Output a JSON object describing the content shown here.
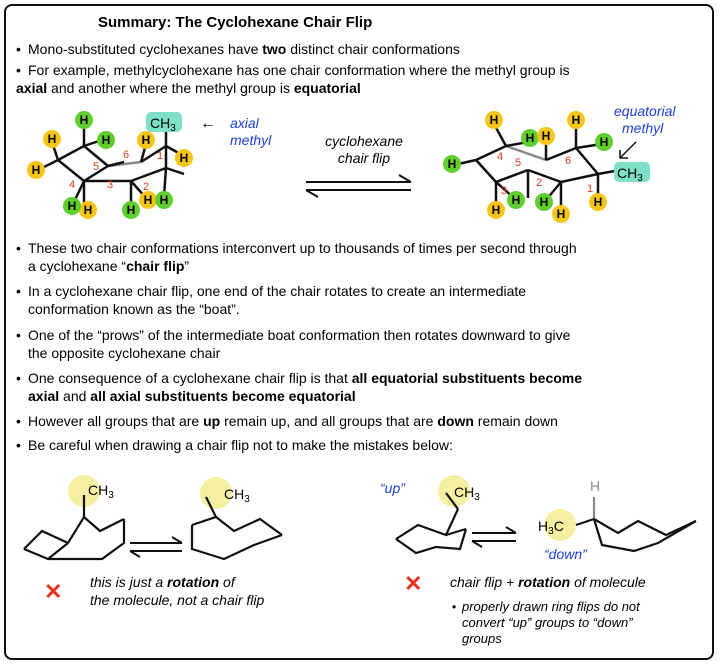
{
  "title": "Summary: The Cyclohexane Chair Flip",
  "bullets": {
    "b1": {
      "pre": "Mono-substituted cyclohexanes have ",
      "bold": "two",
      "post": " distinct chair conformations"
    },
    "b2": {
      "line1": "For example, methylcyclohexane has one chair conformation where the methyl group is",
      "bold1": "axial",
      "mid": " and another where the methyl group is ",
      "bold2": "equatorial"
    },
    "b3": {
      "line1": "These two chair conformations interconvert up to thousands of times per second through",
      "pre2": "a cyclohexane “",
      "bold": "chair flip",
      "post2": "”"
    },
    "b4": {
      "line1": "In a cyclohexane chair flip, one end of the chair rotates to create an intermediate",
      "line2": "conformation known as the “boat”."
    },
    "b5": {
      "line1": "One of the “prows” of the intermediate boat conformation then rotates downward to give",
      "line2": "the opposite cyclohexane chair"
    },
    "b6": {
      "pre": "One consequence of a cyclohexane chair flip is that ",
      "bold1": "all equatorial substituents become",
      "bold2a": "axial",
      "mid": " and ",
      "bold2b": "all axial substituents become equatorial"
    },
    "b7": {
      "pre": "However all groups that are ",
      "bold1": "up",
      "mid": " remain up, and all groups that are ",
      "bold2": "down",
      "post": " remain down"
    },
    "b8": {
      "text": "Be careful when drawing a chair flip not to make the mistakes below:"
    }
  },
  "diagram": {
    "axial_label_1": "axial",
    "axial_label_2": "methyl",
    "equatorial_label_1": "equatorial",
    "equatorial_label_2": "methyl",
    "flip_label_1": "cyclohexane",
    "flip_label_2": "chair flip",
    "methyl": "CH",
    "methyl_sub": "3",
    "h": "H",
    "carbon_numbers": [
      "1",
      "2",
      "3",
      "4",
      "5",
      "6"
    ],
    "arrow": "←"
  },
  "mistakes": {
    "up_label": "“up”",
    "down_label": "“down”",
    "h3c": "H",
    "h3c_sub": "3",
    "h3c_c": "C",
    "x_mark": "✕",
    "left_caption_1_pre": "this is just a ",
    "left_caption_1_bold": "rotation",
    "left_caption_1_post": " of",
    "left_caption_2": "the molecule, not a chair flip",
    "right_caption_pre": "chair flip + ",
    "right_caption_bold": "rotation",
    "right_caption_post": " of molecule",
    "right_note_1": "properly drawn ring flips do not",
    "right_note_2": "convert “up” groups to “down”",
    "right_note_3": "groups"
  },
  "colors": {
    "h_yellow": "#f5c518",
    "h_green": "#5fce2e",
    "highlight": "#7fe0c8",
    "blue_text": "#1a3fd6",
    "number_red": "#e23a1e",
    "x_red": "#e8321f",
    "glow": "#f3ec8a"
  }
}
